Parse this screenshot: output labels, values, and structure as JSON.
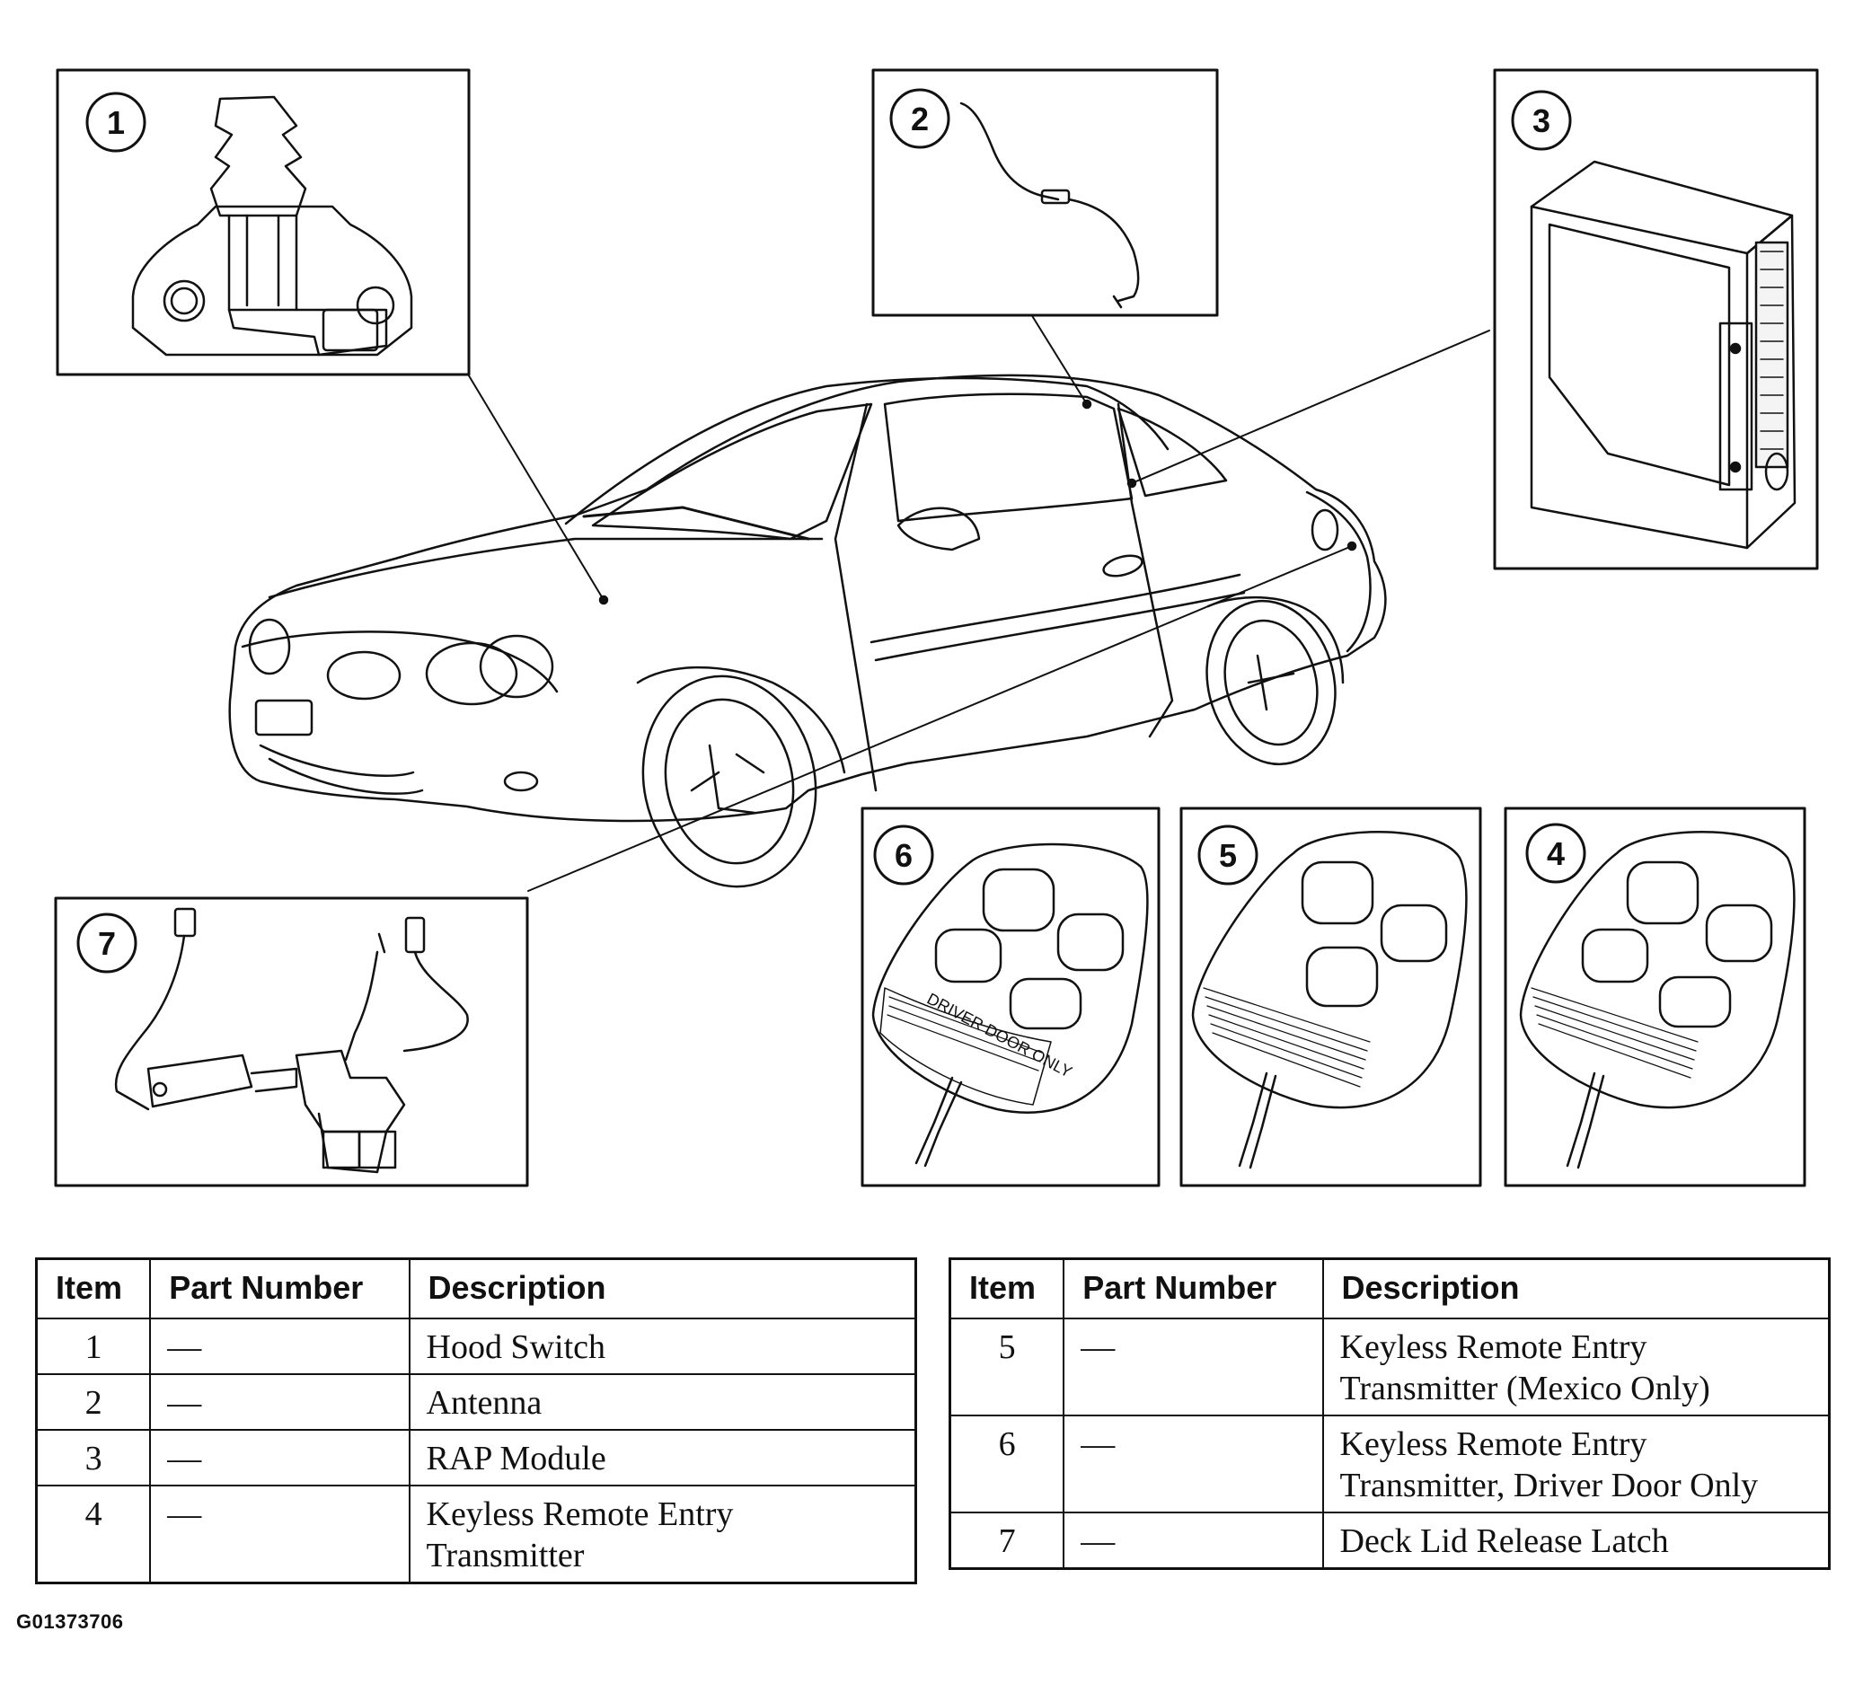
{
  "callouts": [
    "1",
    "2",
    "3",
    "4",
    "5",
    "6",
    "7"
  ],
  "fob_label": "DRIVER DOOR ONLY",
  "table_left": {
    "headers": {
      "item": "Item",
      "part_number": "Part Number",
      "description": "Description"
    },
    "rows": [
      {
        "item": "1",
        "part_number": "—",
        "description": "Hood Switch"
      },
      {
        "item": "2",
        "part_number": "—",
        "description": "Antenna"
      },
      {
        "item": "3",
        "part_number": "—",
        "description": "RAP Module"
      },
      {
        "item": "4",
        "part_number": "—",
        "description": "Keyless Remote Entry Transmitter"
      }
    ]
  },
  "table_right": {
    "headers": {
      "item": "Item",
      "part_number": "Part Number",
      "description": "Description"
    },
    "rows": [
      {
        "item": "5",
        "part_number": "—",
        "description": "Keyless Remote Entry Transmitter (Mexico Only)"
      },
      {
        "item": "6",
        "part_number": "—",
        "description": "Keyless Remote Entry Transmitter, Driver Door Only"
      },
      {
        "item": "7",
        "part_number": "—",
        "description": "Deck Lid Release Latch"
      }
    ]
  },
  "figure_id": "G01373706"
}
